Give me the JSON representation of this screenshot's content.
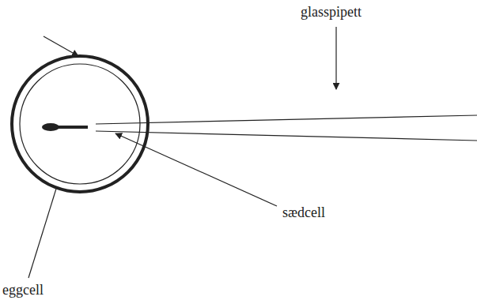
{
  "diagram": {
    "labels": [
      "glasspipett",
      "sædcell",
      "eggcell"
    ]
  }
}
